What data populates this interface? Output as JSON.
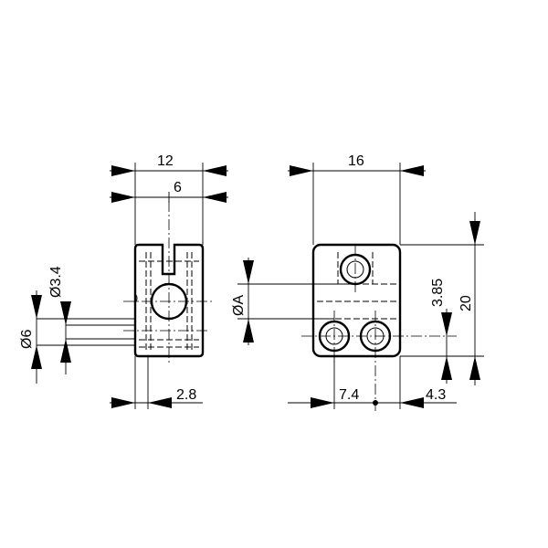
{
  "dimensions": {
    "width_12": "12",
    "slot_6": "6",
    "hole_dia_3_4": "Ø3.4",
    "bore_dia_6": "Ø6",
    "offset_2_8": "2.8",
    "width_16": "16",
    "hole_dia_a": "ØA",
    "height_20": "20",
    "height_3_85": "3.85",
    "spacing_7_4": "7.4",
    "offset_4_3": "4.3"
  }
}
